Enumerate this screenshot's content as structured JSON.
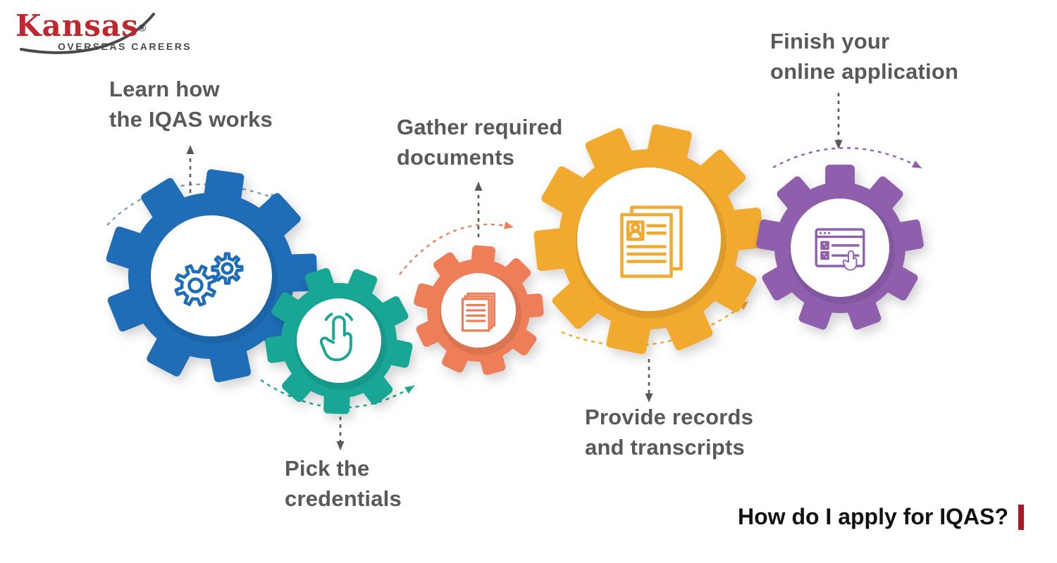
{
  "logo": {
    "brand": "Kansas",
    "registered": "®",
    "subtitle": "OVERSEAS CAREERS",
    "brand_color": "#c0272d",
    "text_color": "#4a4a4d"
  },
  "title": {
    "text": "How do I apply for IQAS?",
    "text_color": "#111111",
    "accent_color": "#b01722"
  },
  "steps": [
    {
      "name": "learn",
      "label_line1": "Learn how",
      "label_line2": "the IQAS works",
      "color": "#1e6db6",
      "arc_color": "#7f9db9",
      "icon": "gears-icon"
    },
    {
      "name": "pick",
      "label_line1": "Pick the",
      "label_line2": "credentials",
      "color": "#18a795",
      "arc_color": "#18a795",
      "icon": "tap-hand-icon"
    },
    {
      "name": "gather",
      "label_line1": "Gather required",
      "label_line2": "documents",
      "color": "#ee7e57",
      "arc_color": "#ee7e57",
      "icon": "documents-icon"
    },
    {
      "name": "provide",
      "label_line1": "Provide records",
      "label_line2": "and transcripts",
      "color": "#f2aa2e",
      "arc_color": "#f2aa2e",
      "icon": "records-icon"
    },
    {
      "name": "finish",
      "label_line1": "Finish your",
      "label_line2": "online application",
      "color": "#8f5fae",
      "arc_color": "#8f5fae",
      "icon": "form-icon"
    }
  ],
  "colors": {
    "label_text": "#58595b",
    "connector": "#58595b",
    "background": "#ffffff"
  }
}
